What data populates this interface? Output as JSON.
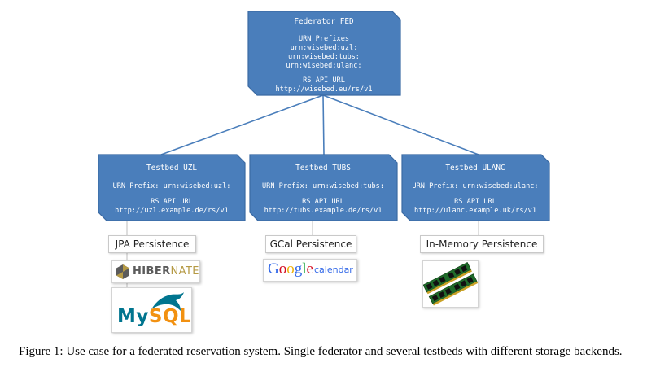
{
  "federator": {
    "title": "Federator FED",
    "prefix_heading": "URN Prefixes",
    "prefixes": [
      "urn:wisebed:uzl:",
      "urn:wisebed:tubs:",
      "urn:wisebed:ulanc:"
    ],
    "api_heading": "RS API URL",
    "api_url": "http://wisebed.eu/rs/v1"
  },
  "testbeds": [
    {
      "title": "Testbed UZL",
      "prefix": "URN Prefix: urn:wisebed:uzl:",
      "api_heading": "RS API URL",
      "api_url": "http://uzl.example.de/rs/v1",
      "persistence": "JPA Persistence"
    },
    {
      "title": "Testbed TUBS",
      "prefix": "URN Prefix: urn:wisebed:tubs:",
      "api_heading": "RS API URL",
      "api_url": "http://tubs.example.de/rs/v1",
      "persistence": "GCal Persistence"
    },
    {
      "title": "Testbed ULANC",
      "prefix": "URN Prefix: urn:wisebed:ulanc:",
      "api_heading": "RS API URL",
      "api_url": "http://ulanc.example.uk/rs/v1",
      "persistence": "In-Memory Persistence"
    }
  ],
  "logos": {
    "hibernate": {
      "part1": "HIBER",
      "part2": "NATE"
    },
    "mysql": {
      "part1": "My",
      "part2": "SQL"
    },
    "google": {
      "letters": [
        "G",
        "o",
        "o",
        "g",
        "l",
        "e"
      ],
      "suffix": "calendar"
    }
  },
  "colors": {
    "node_fill": "#4a7ebb",
    "node_stroke": "#3b6aa3",
    "connector": "#4a7ebb",
    "hibernate_gray": "#5b5b5b",
    "hibernate_gold": "#b59a45",
    "mysql_blue": "#00758f",
    "mysql_orange": "#f29111",
    "google_blue": "#3369e8",
    "google_red": "#d50f25",
    "google_yellow": "#eeb211",
    "google_green": "#009925"
  },
  "caption": "Figure 1:  Use case for a federated reservation system.  Single federator and several testbeds with different storage backends."
}
